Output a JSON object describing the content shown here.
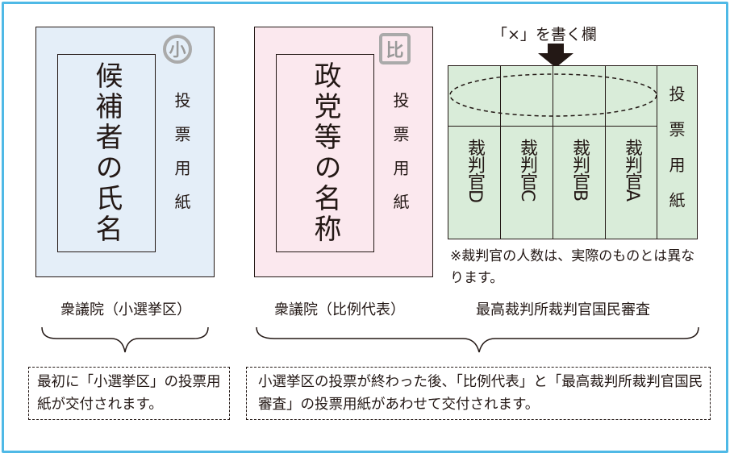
{
  "single_member": {
    "badge": "小",
    "candidate_label": "候補者の氏名",
    "ballot_label": "投票用紙",
    "caption": "衆議院（小選挙区）",
    "explanation": "最初に「小選挙区」の投票用紙が交付されます。"
  },
  "proportional": {
    "badge": "比",
    "party_label": "政党等の名称",
    "ballot_label": "投票用紙",
    "caption": "衆議院（比例代表）"
  },
  "supreme_court": {
    "mark_column_label": "「×」を書く欄",
    "judges": [
      "裁判官D",
      "裁判官C",
      "裁判官B",
      "裁判官A"
    ],
    "ballot_label": "投票用紙",
    "footnote": "※裁判官の人数は、実際のものとは異なります。",
    "caption": "最高裁判所裁判官国民審査"
  },
  "shared_explanation": "小選挙区の投票が終わった後、「比例代表」と「最高裁判所裁判官国民審査」の投票用紙があわせて交付されます。"
}
